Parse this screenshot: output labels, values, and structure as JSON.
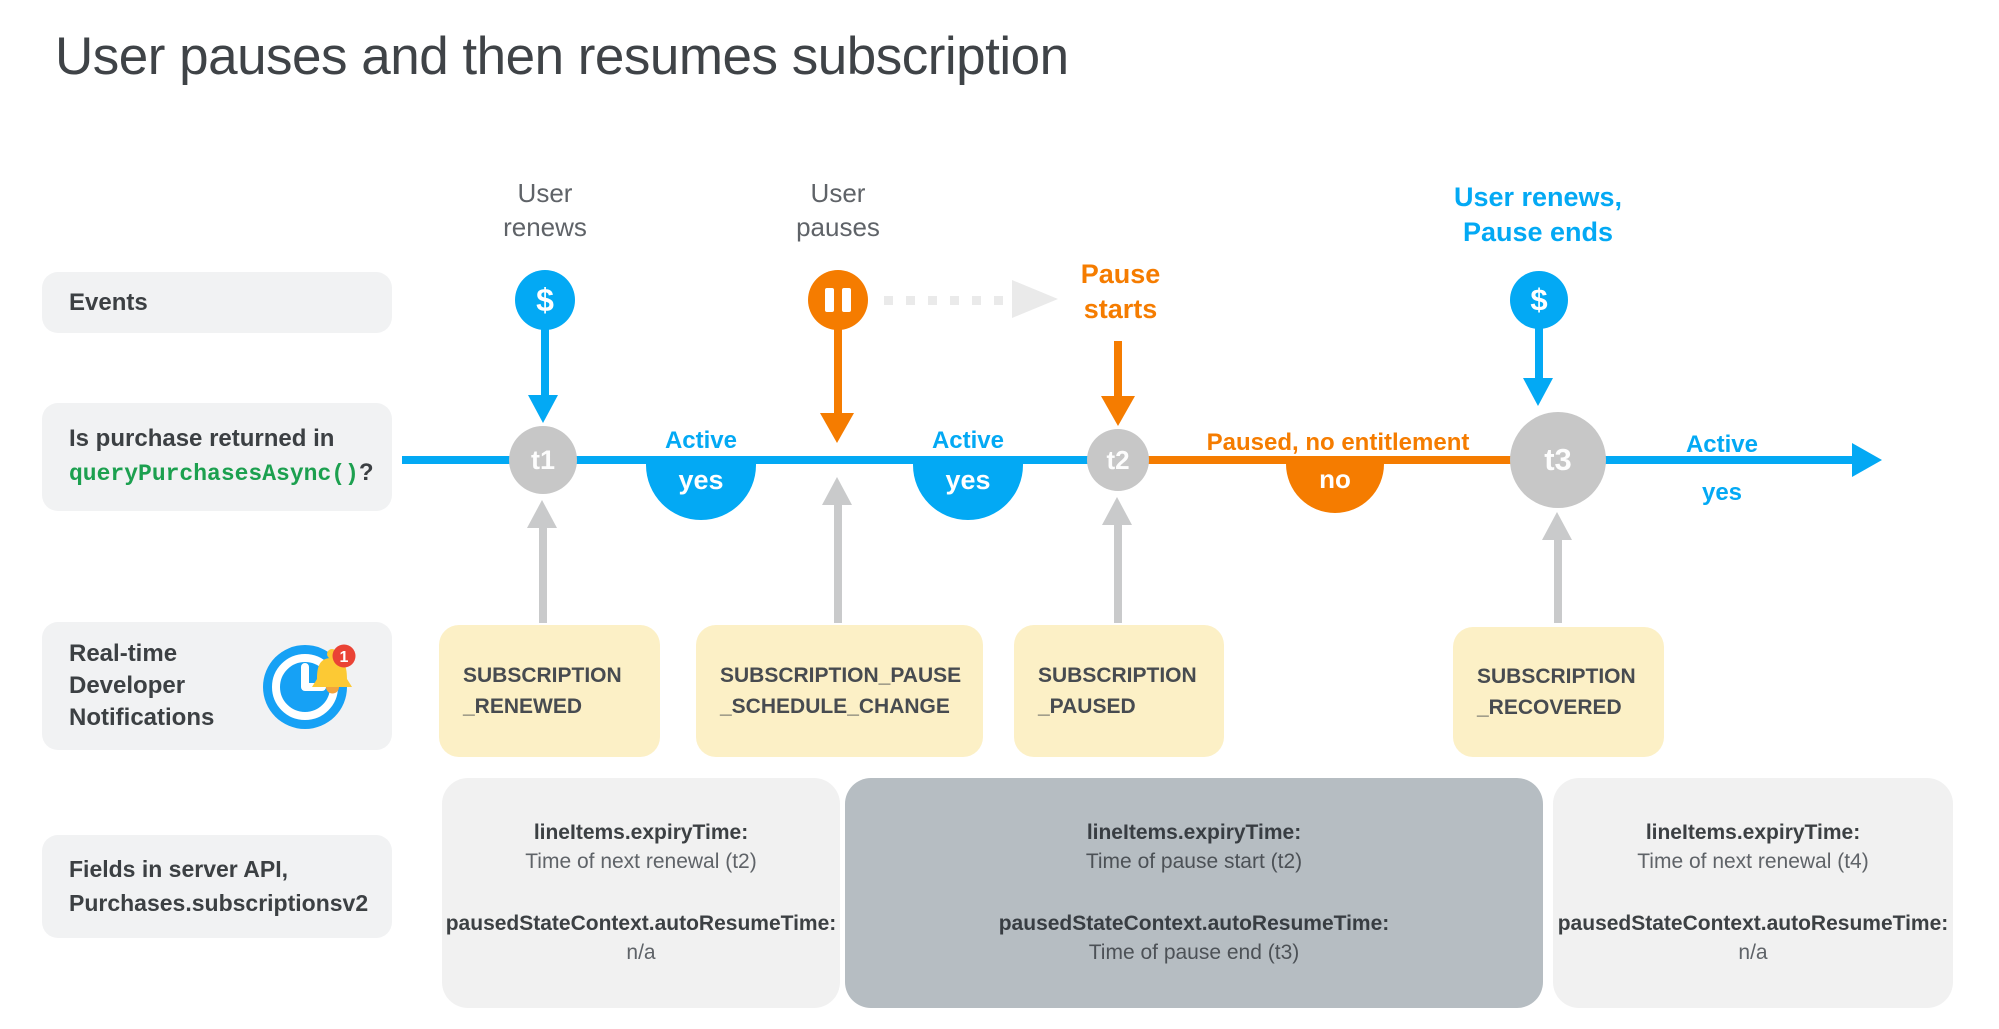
{
  "title": "User pauses and then resumes subscription",
  "colors": {
    "blue": "#03a9f4",
    "orange": "#f57c00",
    "timeline_point_gray": "#c7c7c7",
    "arrow_gray": "#c9cacb",
    "notification_box_yellow": "#fcf0c6",
    "api_box_light": "#f1f1f1",
    "api_box_dark": "#b6bdc2",
    "row_label_box": "#f1f2f3",
    "text_dark": "#3c4043",
    "text_gray": "#5f6368",
    "code_green": "#1ca04f",
    "badge_red": "#ea4335",
    "bell_yellow": "#fcc934"
  },
  "row_labels": {
    "events": "Events",
    "purchase_question": {
      "line1": "Is purchase returned in",
      "code": "queryPurchasesAsync()",
      "suffix": "?"
    },
    "rtdn": {
      "line1": "Real-time",
      "line2": "Developer",
      "line3": "Notifications",
      "badge": "1"
    },
    "fields": {
      "line1": "Fields in server API,",
      "line2": "Purchases.subscriptionsv2"
    }
  },
  "events": {
    "renew1": {
      "line1": "User",
      "line2": "renews",
      "icon": "$"
    },
    "pause": {
      "line1": "User",
      "line2": "pauses"
    },
    "pause_starts": {
      "line1": "Pause",
      "line2": "starts"
    },
    "renew2": {
      "line1": "User renews,",
      "line2": "Pause ends",
      "icon": "$"
    }
  },
  "timeline": {
    "t1": "t1",
    "t2": "t2",
    "t3": "t3",
    "seg1": {
      "status": "Active",
      "answer": "yes"
    },
    "seg2": {
      "status": "Active",
      "answer": "yes"
    },
    "seg3": {
      "status": "Paused, no entitlement",
      "answer": "no"
    },
    "seg4": {
      "status": "Active",
      "answer": "yes"
    }
  },
  "notifications": {
    "renewed": {
      "line1": "SUBSCRIPTION",
      "line2": "_RENEWED"
    },
    "pause_schedule": {
      "line1": "SUBSCRIPTION_PAUSE",
      "line2": "_SCHEDULE_CHANGE"
    },
    "paused": {
      "line1": "SUBSCRIPTION",
      "line2": "_PAUSED"
    },
    "recovered": {
      "line1": "SUBSCRIPTION",
      "line2": "_RECOVERED"
    }
  },
  "api_fields": {
    "box1": {
      "field1": "lineItems.expiryTime:",
      "value1": "Time of next renewal (t2)",
      "field2": "pausedStateContext.autoResumeTime:",
      "value2": "n/a"
    },
    "box2": {
      "field1": "lineItems.expiryTime:",
      "value1": "Time of pause start (t2)",
      "field2": "pausedStateContext.autoResumeTime:",
      "value2": "Time of pause end (t3)"
    },
    "box3": {
      "field1": "lineItems.expiryTime:",
      "value1": "Time of next renewal (t4)",
      "field2": "pausedStateContext.autoResumeTime:",
      "value2": "n/a"
    }
  }
}
